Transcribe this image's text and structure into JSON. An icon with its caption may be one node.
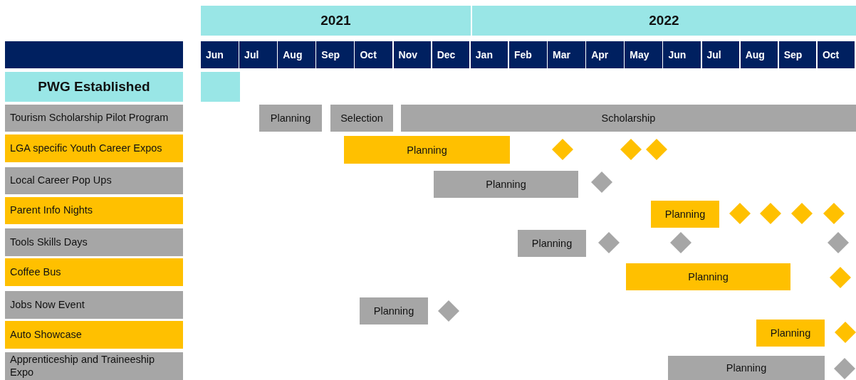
{
  "diagram": {
    "nodes": [
      {
        "text": [
          "PWG Established"
        ]
      },
      {
        "text": [],
        "shape": "box"
      },
      {
        "text": [
          "Tourism Scholarship Pilot Program"
        ]
      },
      {
        "text": [
          "Planning"
        ]
      },
      {
        "text": [
          "Selection"
        ]
      },
      {
        "text": [
          "Scholarship"
        ]
      },
      {
        "text": [
          "LGA specific Youth Career Expos"
        ]
      },
      {
        "text": [
          "Planning"
        ]
      },
      {
        "text": [],
        "shape": "diamond"
      },
      {
        "text": [],
        "shape": "diamond"
      },
      {
        "text": [],
        "shape": "diamond"
      },
      {
        "text": [
          "Local Career Pop Ups"
        ]
      },
      {
        "text": [
          "Planning"
        ]
      },
      {
        "text": [],
        "shape": "diamond"
      },
      {
        "text": [
          "Parent Info Nights"
        ]
      },
      {
        "text": [
          "Planning"
        ]
      },
      {
        "text": [],
        "shape": "diamond"
      },
      {
        "text": [],
        "shape": "diamond"
      },
      {
        "text": [],
        "shape": "diamond"
      },
      {
        "text": [],
        "shape": "diamond"
      },
      {
        "text": [
          "Tools Skills Days"
        ]
      },
      {
        "text": [
          "Planning"
        ]
      },
      {
        "text": [],
        "shape": "diamond"
      },
      {
        "text": [],
        "shape": "diamond"
      },
      {
        "text": [],
        "shape": "diamond"
      },
      {
        "text": [
          "Coffee Bus"
        ]
      },
      {
        "text": [
          "Planning"
        ]
      },
      {
        "text": [],
        "shape": "diamond"
      },
      {
        "text": [
          "Jobs Now Event"
        ]
      },
      {
        "text": [
          "Planning"
        ]
      },
      {
        "text": [],
        "shape": "diamond"
      },
      {
        "text": [
          "Auto Showcase"
        ]
      },
      {
        "text": [
          "Planning"
        ]
      },
      {
        "text": [],
        "shape": "diamond"
      },
      {
        "text": [
          "Apprenticeship and Traineeship Expo"
        ]
      },
      {
        "text": [
          "Planning"
        ]
      },
      {
        "text": [],
        "shape": "diamond"
      }
    ],
    "edges": [],
    "labels": [
      "2021",
      "2022",
      "Jun",
      "Jul",
      "Aug",
      "Sep",
      "Oct",
      "Nov",
      "Dec",
      "Jan",
      "Feb",
      "Mar",
      "Apr",
      "May",
      "Jun",
      "Jul",
      "Aug",
      "Sep",
      "Oct"
    ]
  }
}
